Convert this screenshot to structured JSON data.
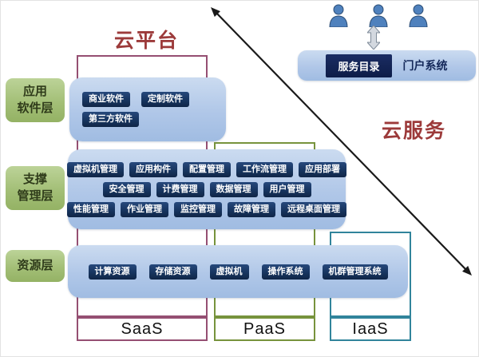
{
  "titles": {
    "platform": "云平台",
    "services": "云服务"
  },
  "side_layers": [
    {
      "lines": [
        "应用",
        "软件层"
      ]
    },
    {
      "lines": [
        "支撑",
        "管理层"
      ]
    },
    {
      "lines": [
        "资源层"
      ]
    }
  ],
  "panels": {
    "application": {
      "rows": [
        [
          "商业软件",
          "定制软件"
        ],
        [
          "第三方软件"
        ]
      ]
    },
    "support": {
      "rows": [
        [
          "虚拟机管理",
          "应用构件",
          "配置管理",
          "工作流管理",
          "应用部署"
        ],
        [
          "安全管理",
          "计费管理",
          "数据管理",
          "用户管理"
        ],
        [
          "性能管理",
          "作业管理",
          "监控管理",
          "故障管理",
          "远程桌面管理"
        ]
      ]
    },
    "resource": {
      "rows": [
        [
          "计算资源",
          "存储资源",
          "虚拟机",
          "操作系统",
          "机群管理系统"
        ]
      ]
    }
  },
  "portal": {
    "service_catalog": "服务目录",
    "portal_system": "门户系统"
  },
  "columns": [
    {
      "label": "SaaS",
      "color": "#954f72"
    },
    {
      "label": "PaaS",
      "color": "#77933c"
    },
    {
      "label": "IaaS",
      "color": "#31849b"
    }
  ],
  "icons": {
    "users": "user-icon",
    "portal_link": "up-down-arrow-icon",
    "axis": "diagonal-double-arrow-icon"
  },
  "colors": {
    "title": "#9c3a3a",
    "chip_bg": "#16335c",
    "panel_bg": "#b0c7e8",
    "side_label_bg": "#a3bf77",
    "catalog_button_bg": "#0d1c48"
  }
}
